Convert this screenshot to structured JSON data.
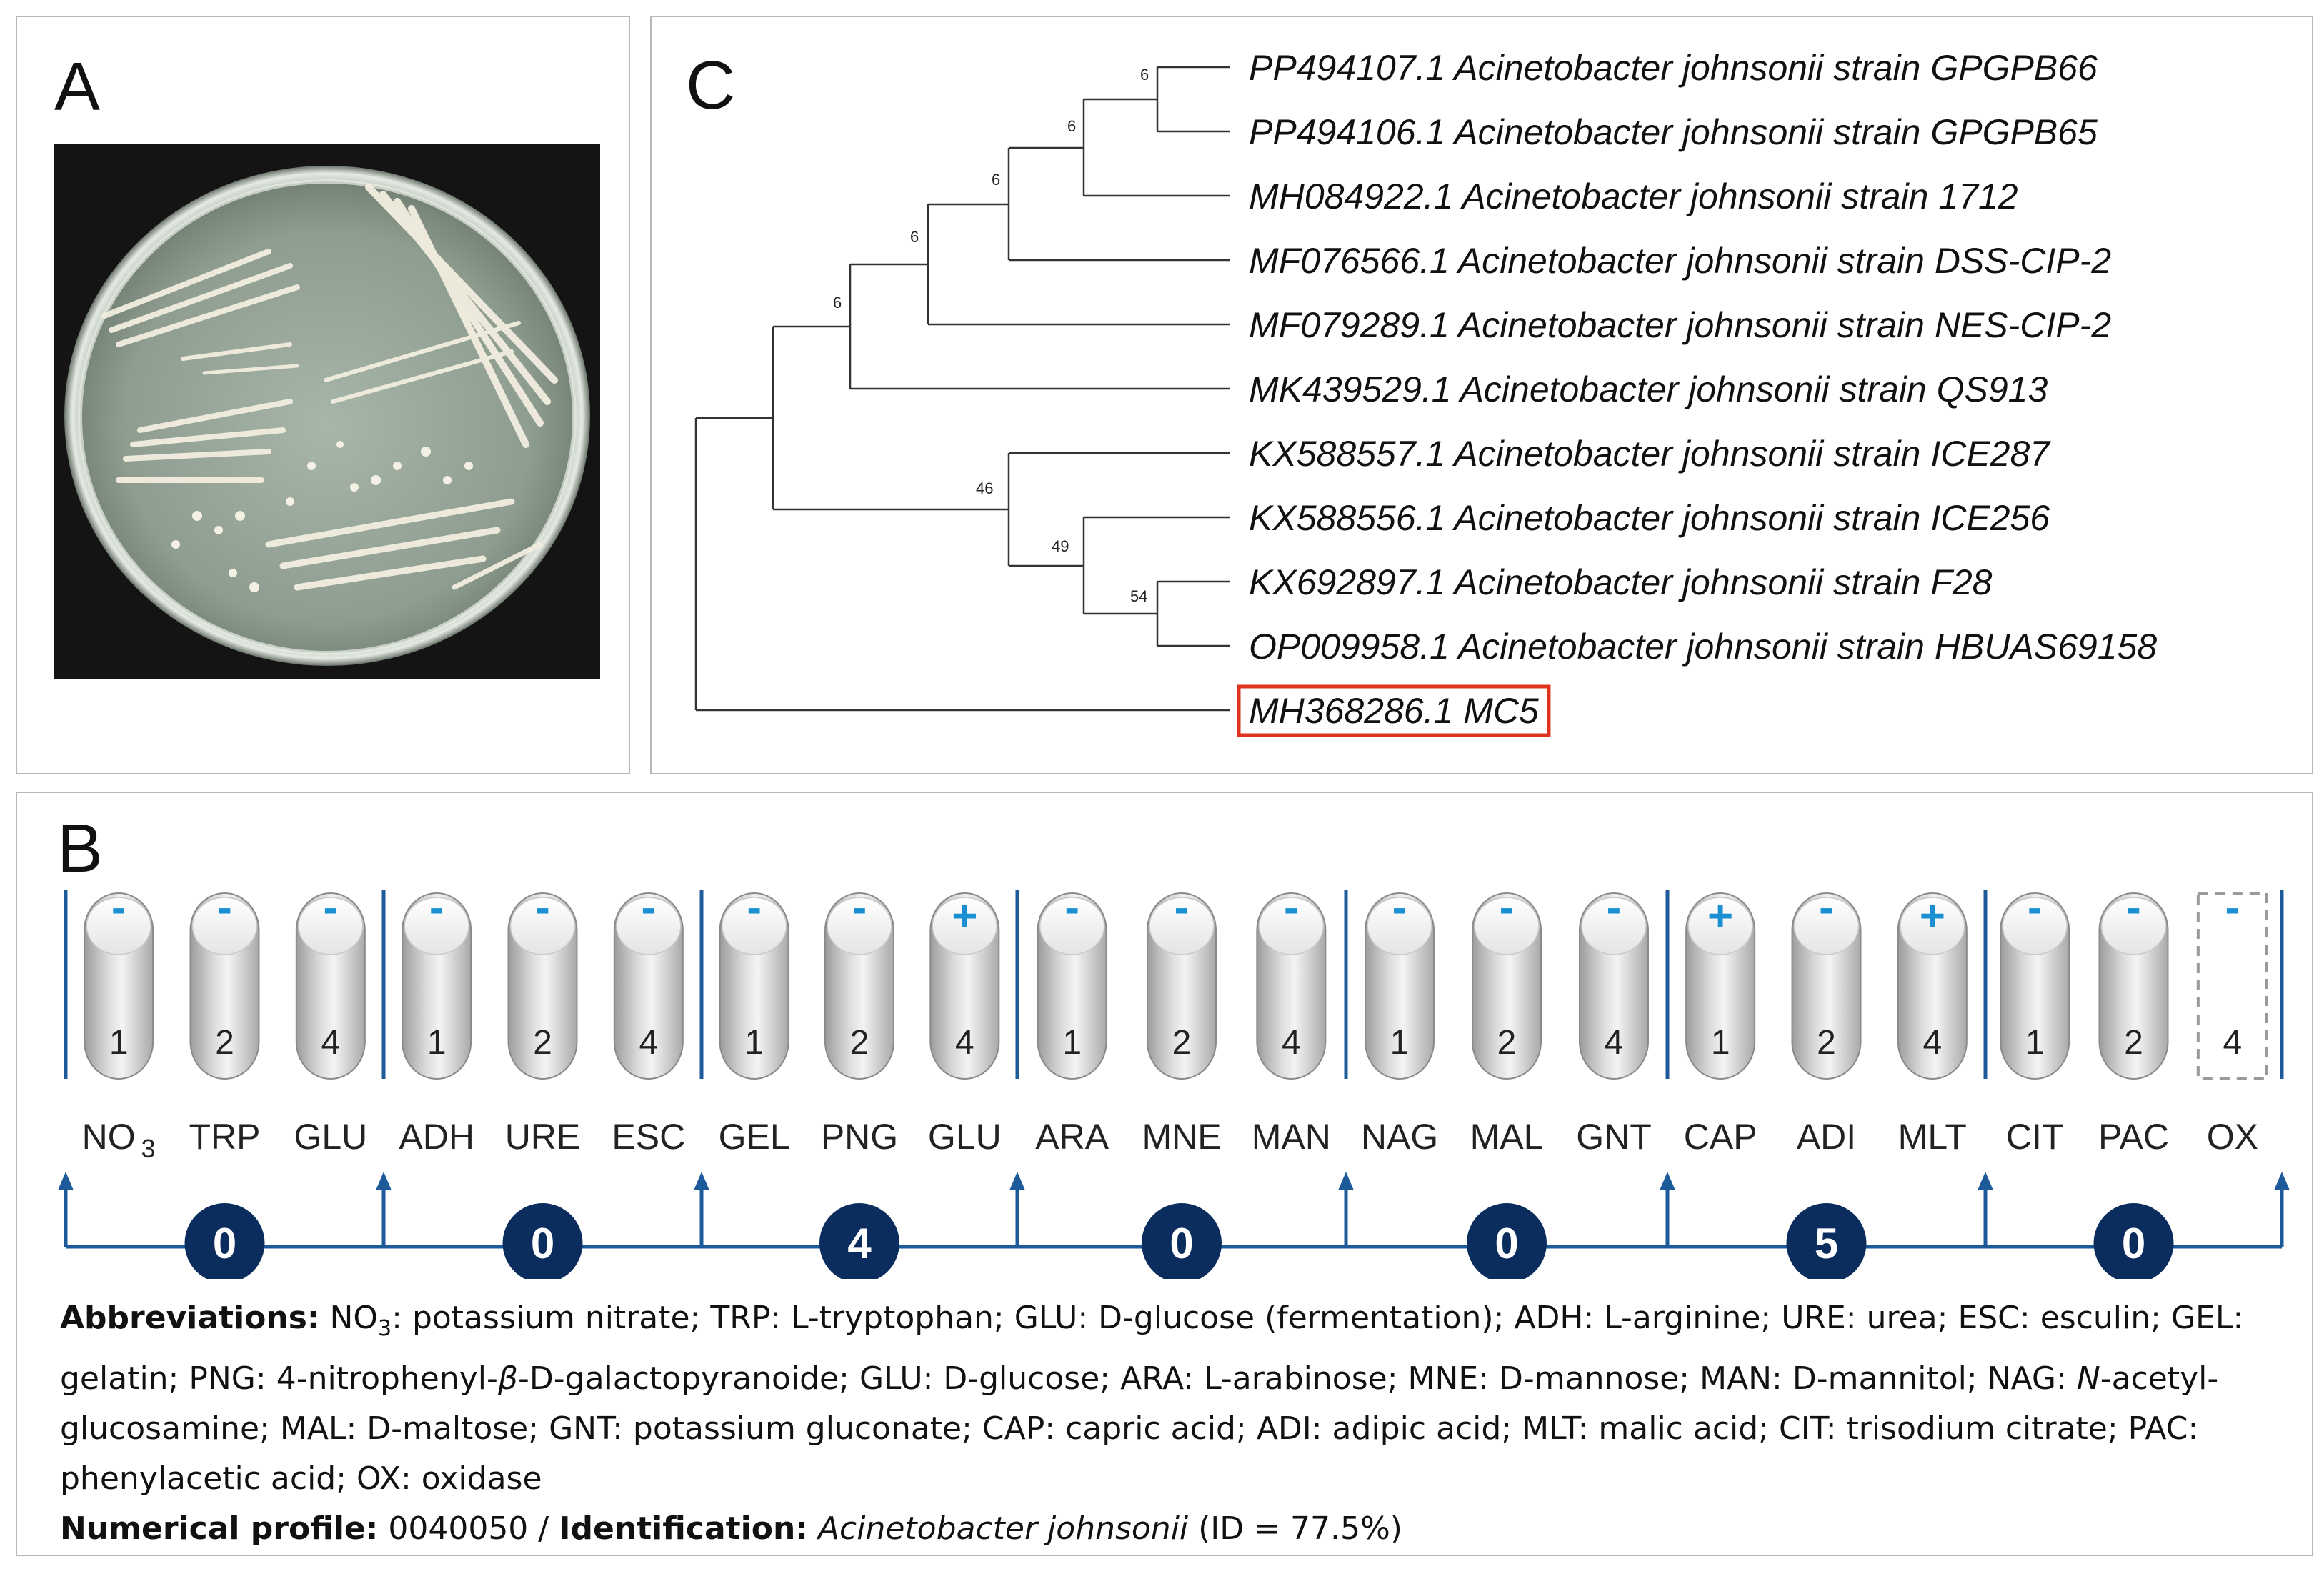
{
  "panel_a": {
    "letter": "A"
  },
  "panel_b": {
    "letter": "B",
    "groups": [
      {
        "code": "0",
        "tests": [
          {
            "abbr_main": "NO",
            "abbr_sub": "3",
            "num": "1",
            "sign": "-"
          },
          {
            "abbr_main": "TRP",
            "abbr_sub": "",
            "num": "2",
            "sign": "-"
          },
          {
            "abbr_main": "GLU",
            "abbr_sub": "",
            "num": "4",
            "sign": "-"
          }
        ]
      },
      {
        "code": "0",
        "tests": [
          {
            "abbr_main": "ADH",
            "abbr_sub": "",
            "num": "1",
            "sign": "-"
          },
          {
            "abbr_main": "URE",
            "abbr_sub": "",
            "num": "2",
            "sign": "-"
          },
          {
            "abbr_main": "ESC",
            "abbr_sub": "",
            "num": "4",
            "sign": "-"
          }
        ]
      },
      {
        "code": "4",
        "tests": [
          {
            "abbr_main": "GEL",
            "abbr_sub": "",
            "num": "1",
            "sign": "-"
          },
          {
            "abbr_main": "PNG",
            "abbr_sub": "",
            "num": "2",
            "sign": "-"
          },
          {
            "abbr_main": "GLU",
            "abbr_sub": "",
            "num": "4",
            "sign": "+"
          }
        ]
      },
      {
        "code": "0",
        "tests": [
          {
            "abbr_main": "ARA",
            "abbr_sub": "",
            "num": "1",
            "sign": "-"
          },
          {
            "abbr_main": "MNE",
            "abbr_sub": "",
            "num": "2",
            "sign": "-"
          },
          {
            "abbr_main": "MAN",
            "abbr_sub": "",
            "num": "4",
            "sign": "-"
          }
        ]
      },
      {
        "code": "0",
        "tests": [
          {
            "abbr_main": "NAG",
            "abbr_sub": "",
            "num": "1",
            "sign": "-"
          },
          {
            "abbr_main": "MAL",
            "abbr_sub": "",
            "num": "2",
            "sign": "-"
          },
          {
            "abbr_main": "GNT",
            "abbr_sub": "",
            "num": "4",
            "sign": "-"
          }
        ]
      },
      {
        "code": "5",
        "tests": [
          {
            "abbr_main": "CAP",
            "abbr_sub": "",
            "num": "1",
            "sign": "+"
          },
          {
            "abbr_main": "ADI",
            "abbr_sub": "",
            "num": "2",
            "sign": "-"
          },
          {
            "abbr_main": "MLT",
            "abbr_sub": "",
            "num": "4",
            "sign": "+"
          }
        ]
      },
      {
        "code": "0",
        "tests": [
          {
            "abbr_main": "CIT",
            "abbr_sub": "",
            "num": "1",
            "sign": "-"
          },
          {
            "abbr_main": "PAC",
            "abbr_sub": "",
            "num": "2",
            "sign": "-"
          },
          {
            "abbr_main": "OX",
            "abbr_sub": "",
            "num": "4",
            "sign": "-",
            "dashed": true
          }
        ]
      }
    ],
    "legend": {
      "abbrev_title": "Abbreviations:",
      "no3_main": "NO",
      "no3_sub": "3",
      "abbrev_part1": ": potassium nitrate; TRP: L-tryptophan; GLU: D-glucose (fermentation); ADH: L-arginine; URE: urea; ESC: esculin; GEL: gelatin; PNG: 4-nitrophenyl-",
      "beta": "β",
      "abbrev_part2": "-D-galactopyranoide; GLU: D-glucose; ARA: L-arabinose; MNE: D-mannose; MAN: D-mannitol; NAG: ",
      "n_italic": "N",
      "abbrev_part3": "-acetyl-glucosamine; MAL: D-maltose; GNT: potassium gluconate; CAP: capric acid; ADI: adipic acid; MLT: malic acid; CIT: trisodium citrate; PAC: phenylacetic acid; OX: oxidase",
      "profile_title": "Numerical profile:",
      "profile_value": " 0040050 / ",
      "ident_title": "Identification:",
      "ident_species": "Acinetobacter johnsonii",
      "ident_score": " (ID = 77.5%)"
    }
  },
  "panel_c": {
    "letter": "C",
    "leaves": [
      "PP494107.1 Acinetobacter johnsonii strain GPGPB66",
      "PP494106.1 Acinetobacter johnsonii strain GPGPB65",
      "MH084922.1 Acinetobacter johnsonii strain 1712",
      "MF076566.1 Acinetobacter johnsonii strain DSS-CIP-2",
      "MF079289.1 Acinetobacter johnsonii strain NES-CIP-2",
      "MK439529.1 Acinetobacter johnsonii strain QS913",
      "KX588557.1 Acinetobacter johnsonii strain ICE287",
      "KX588556.1 Acinetobacter johnsonii strain ICE256",
      "KX692897.1 Acinetobacter johnsonii strain F28",
      "OP009958.1 Acinetobacter johnsonii strain HBUAS69158",
      "MH368286.1 MC5"
    ],
    "highlighted_leaf": "MH368286.1 MC5",
    "highlight_color": "#e0331d",
    "bootstrap_values": [
      "6",
      "6",
      "6",
      "6",
      "6",
      "46",
      "49",
      "54"
    ]
  },
  "colors": {
    "strip_line": "#1d5a9a",
    "code_circle": "#0b2d5e",
    "sign": "#1a8fd2"
  }
}
